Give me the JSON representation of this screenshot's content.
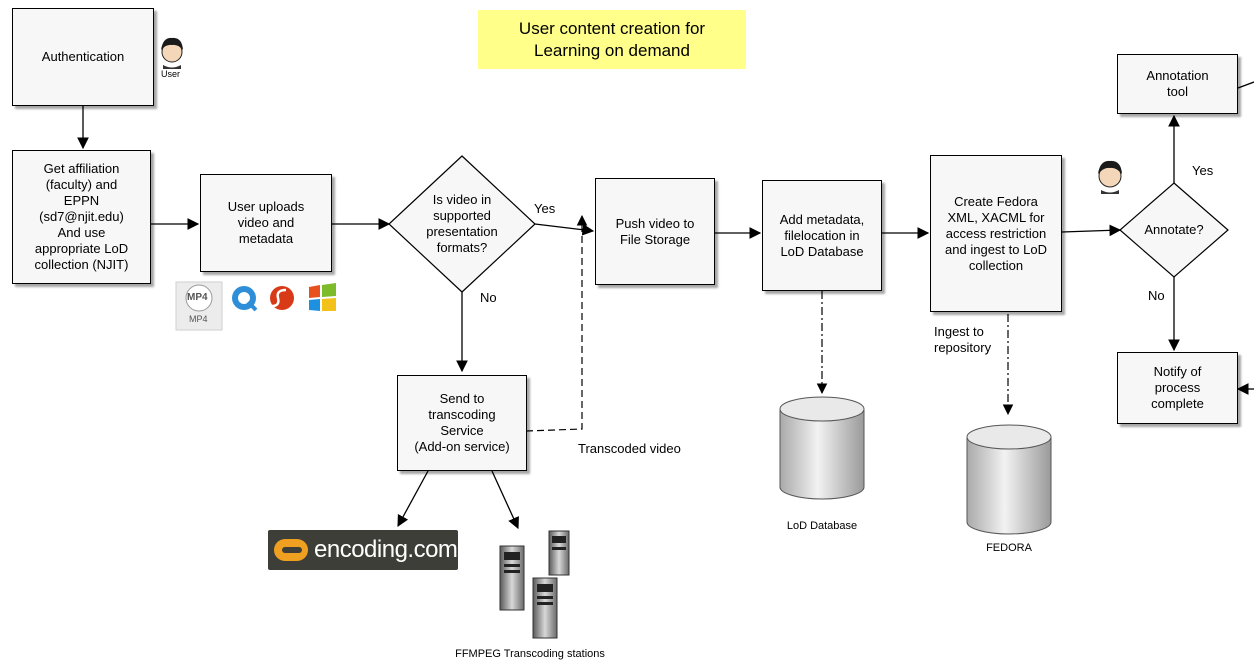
{
  "title": "User content creation for\nLearning on demand",
  "nodes": {
    "authentication": "Authentication",
    "get_affiliation": "Get affiliation\n(faculty) and\nEPPN\n(sd7@njit.edu)\nAnd use\nappropriate LoD\ncollection (NJIT)",
    "user_uploads": "User uploads\nvideo and\nmetadata",
    "is_video_supported": "Is video in\nsupported\npresentation\nformats?",
    "push_video": "Push video to\nFile Storage",
    "add_metadata": "Add metadata,\nfilelocation in\nLoD Database",
    "create_fedora": "Create Fedora\nXML, XACML for\naccess restriction\nand ingest to LoD\ncollection",
    "annotate": "Annotate?",
    "annotation_tool": "Annotation\ntool",
    "notify": "Notify of\nprocess\ncomplete",
    "send_transcoding": "Send to\ntranscoding\nService\n(Add-on service)"
  },
  "labels": {
    "user": "User",
    "yes_supported": "Yes",
    "no_supported": "No",
    "yes_annotate": "Yes",
    "no_annotate": "No",
    "transcoded_video": "Transcoded video",
    "ingest_to_repository": "Ingest to\nrepository",
    "lod_database": "LoD Database",
    "fedora": "FEDORA",
    "ffmpeg": "FFMPEG Transcoding stations",
    "mp4_badge": "MP4",
    "mp4_caption": "MP4",
    "encoding_com": "encoding.com"
  },
  "colors": {
    "title_bg": "#ffff8a",
    "box_bg": "#f7f7f7",
    "line": "#000000",
    "encoding_bg": "#3e3e38",
    "encoding_accent": "#f0a020"
  },
  "icons": [
    "user-avatar-icon",
    "mp4-icon",
    "quicktime-icon",
    "flash-icon",
    "windows-media-icon",
    "database-cylinder-icon",
    "server-tower-icon"
  ]
}
